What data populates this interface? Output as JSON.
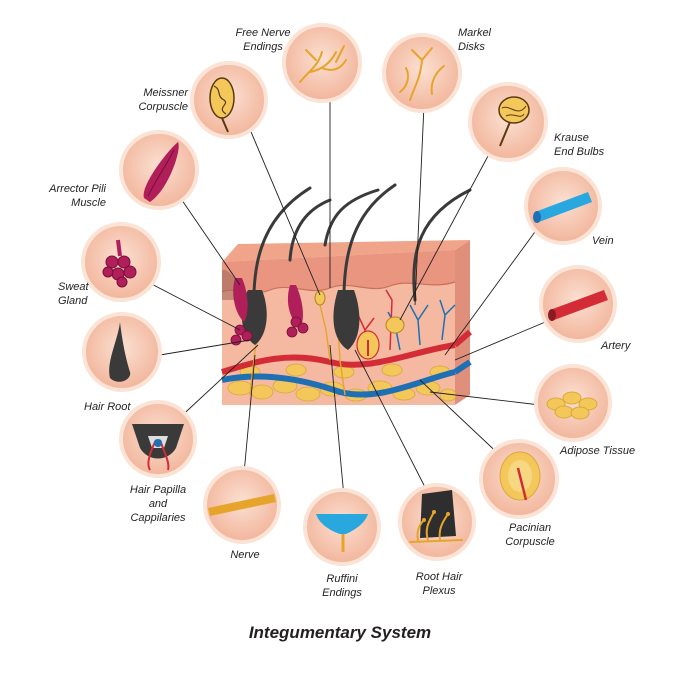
{
  "title": "Integumentary System",
  "labels": {
    "free_nerve_endings": "Free Nerve\nEndings",
    "markel_disks": "Markel\nDisks",
    "meissner_corpuscle": "Meissner\nCorpuscle",
    "krause_end_bulbs": "Krause\nEnd Bulbs",
    "arrector_pili_muscle": "Arrector Pili\nMuscle",
    "vein": "Vein",
    "sweat_gland": "Sweat\nGland",
    "artery": "Artery",
    "hair_root": "Hair Root",
    "adipose_tissue": "Adipose Tissue",
    "hair_papilla": "Hair Papilla\nand\nCappilaries",
    "pacinian_corpuscle": "Pacinian\nCorpuscle",
    "nerve": "Nerve",
    "ruffini_endings": "Ruffini\nEndings",
    "root_hair_plexus": "Root Hair\nPlexus"
  },
  "colors": {
    "circle_fill": "#f7cdb8",
    "circle_ring": "#fbe3d6",
    "skin_top": "#f0a58a",
    "skin_side": "#e89a83",
    "dermis": "#f4b9a0",
    "fat": "#f3c75a",
    "vein": "#1f6fb5",
    "artery": "#d42c36",
    "muscle": "#b01f5a",
    "hair": "#3a3a3a",
    "nerve": "#e6a52a",
    "leader": "#231f20"
  }
}
